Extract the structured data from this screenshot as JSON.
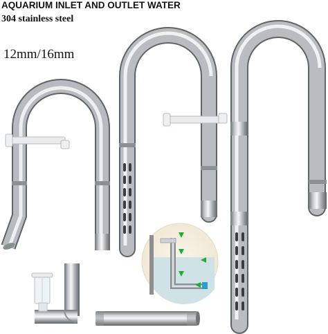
{
  "product": {
    "title": "AQUARIUM INLET AND OUTLET WATER",
    "material": "304 stainless steel",
    "sizes": "12mm/16mm"
  },
  "colors": {
    "steel_light": "#f4f5f6",
    "steel_mid": "#b9bdc1",
    "steel_dark": "#6e7377",
    "slot": "#3a3c3e",
    "water": "#cfe3e6",
    "arrow": "#22aa33"
  },
  "icons": [
    "steel-pipe",
    "flow-arrow",
    "suction-cup-clip"
  ]
}
